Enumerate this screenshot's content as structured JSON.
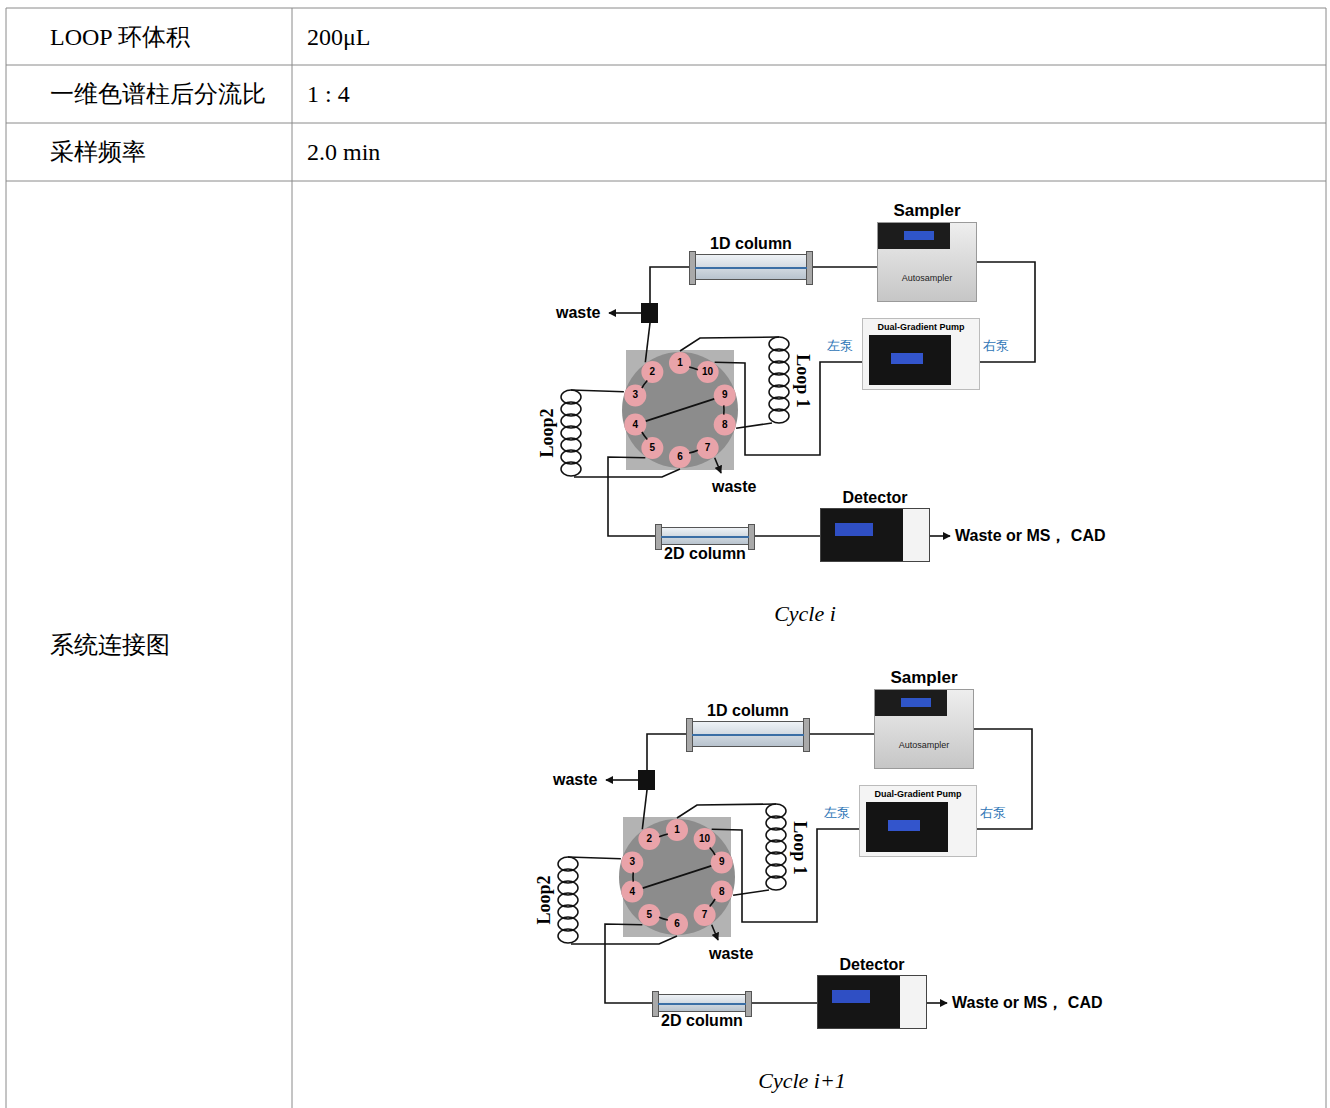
{
  "diagram": {
    "nodes": [
      {
        "text": [
          "Sampler",
          "Autosampler"
        ]
      },
      {
        "text": [
          "Dual-Gradient Pump"
        ]
      },
      {
        "text": [
          "1D column"
        ]
      },
      {
        "text": [
          "2D column"
        ]
      },
      {
        "text": [
          "Detector"
        ]
      },
      {
        "text": [
          "Sampler",
          "Autosampler"
        ]
      },
      {
        "text": [
          "Dual-Gradient Pump"
        ]
      },
      {
        "text": [
          "1D column"
        ]
      },
      {
        "text": [
          "2D column"
        ]
      },
      {
        "text": [
          "Detector"
        ]
      }
    ],
    "edges": [
      {
        "from": 1,
        "to": 0,
        "arrow": "none"
      },
      {
        "from": 0,
        "to": 2,
        "arrow": "none"
      },
      {
        "from": 3,
        "to": 4,
        "arrow": "none"
      },
      {
        "from": 6,
        "to": 5,
        "arrow": "none"
      },
      {
        "from": 5,
        "to": 7,
        "arrow": "none"
      },
      {
        "from": 8,
        "to": 9,
        "arrow": "none"
      }
    ],
    "labels": [
      "LOOP 环体积",
      "200μL",
      "一维色谱柱后分流比",
      "1 : 4",
      "采样频率",
      "2.0 min",
      "系统连接图",
      "waste",
      "Loop 1",
      "Loop2",
      "1",
      "2",
      "3",
      "4",
      "5",
      "6",
      "7",
      "8",
      "9",
      "10",
      "waste",
      "左泵",
      "右泵",
      "Waste or MS， CAD",
      "Cycle i",
      "waste",
      "Loop 1",
      "Loop2",
      "1",
      "2",
      "3",
      "4",
      "5",
      "6",
      "7",
      "8",
      "9",
      "10",
      "waste",
      "左泵",
      "右泵",
      "Waste or MS， CAD",
      "Cycle i+1"
    ]
  }
}
